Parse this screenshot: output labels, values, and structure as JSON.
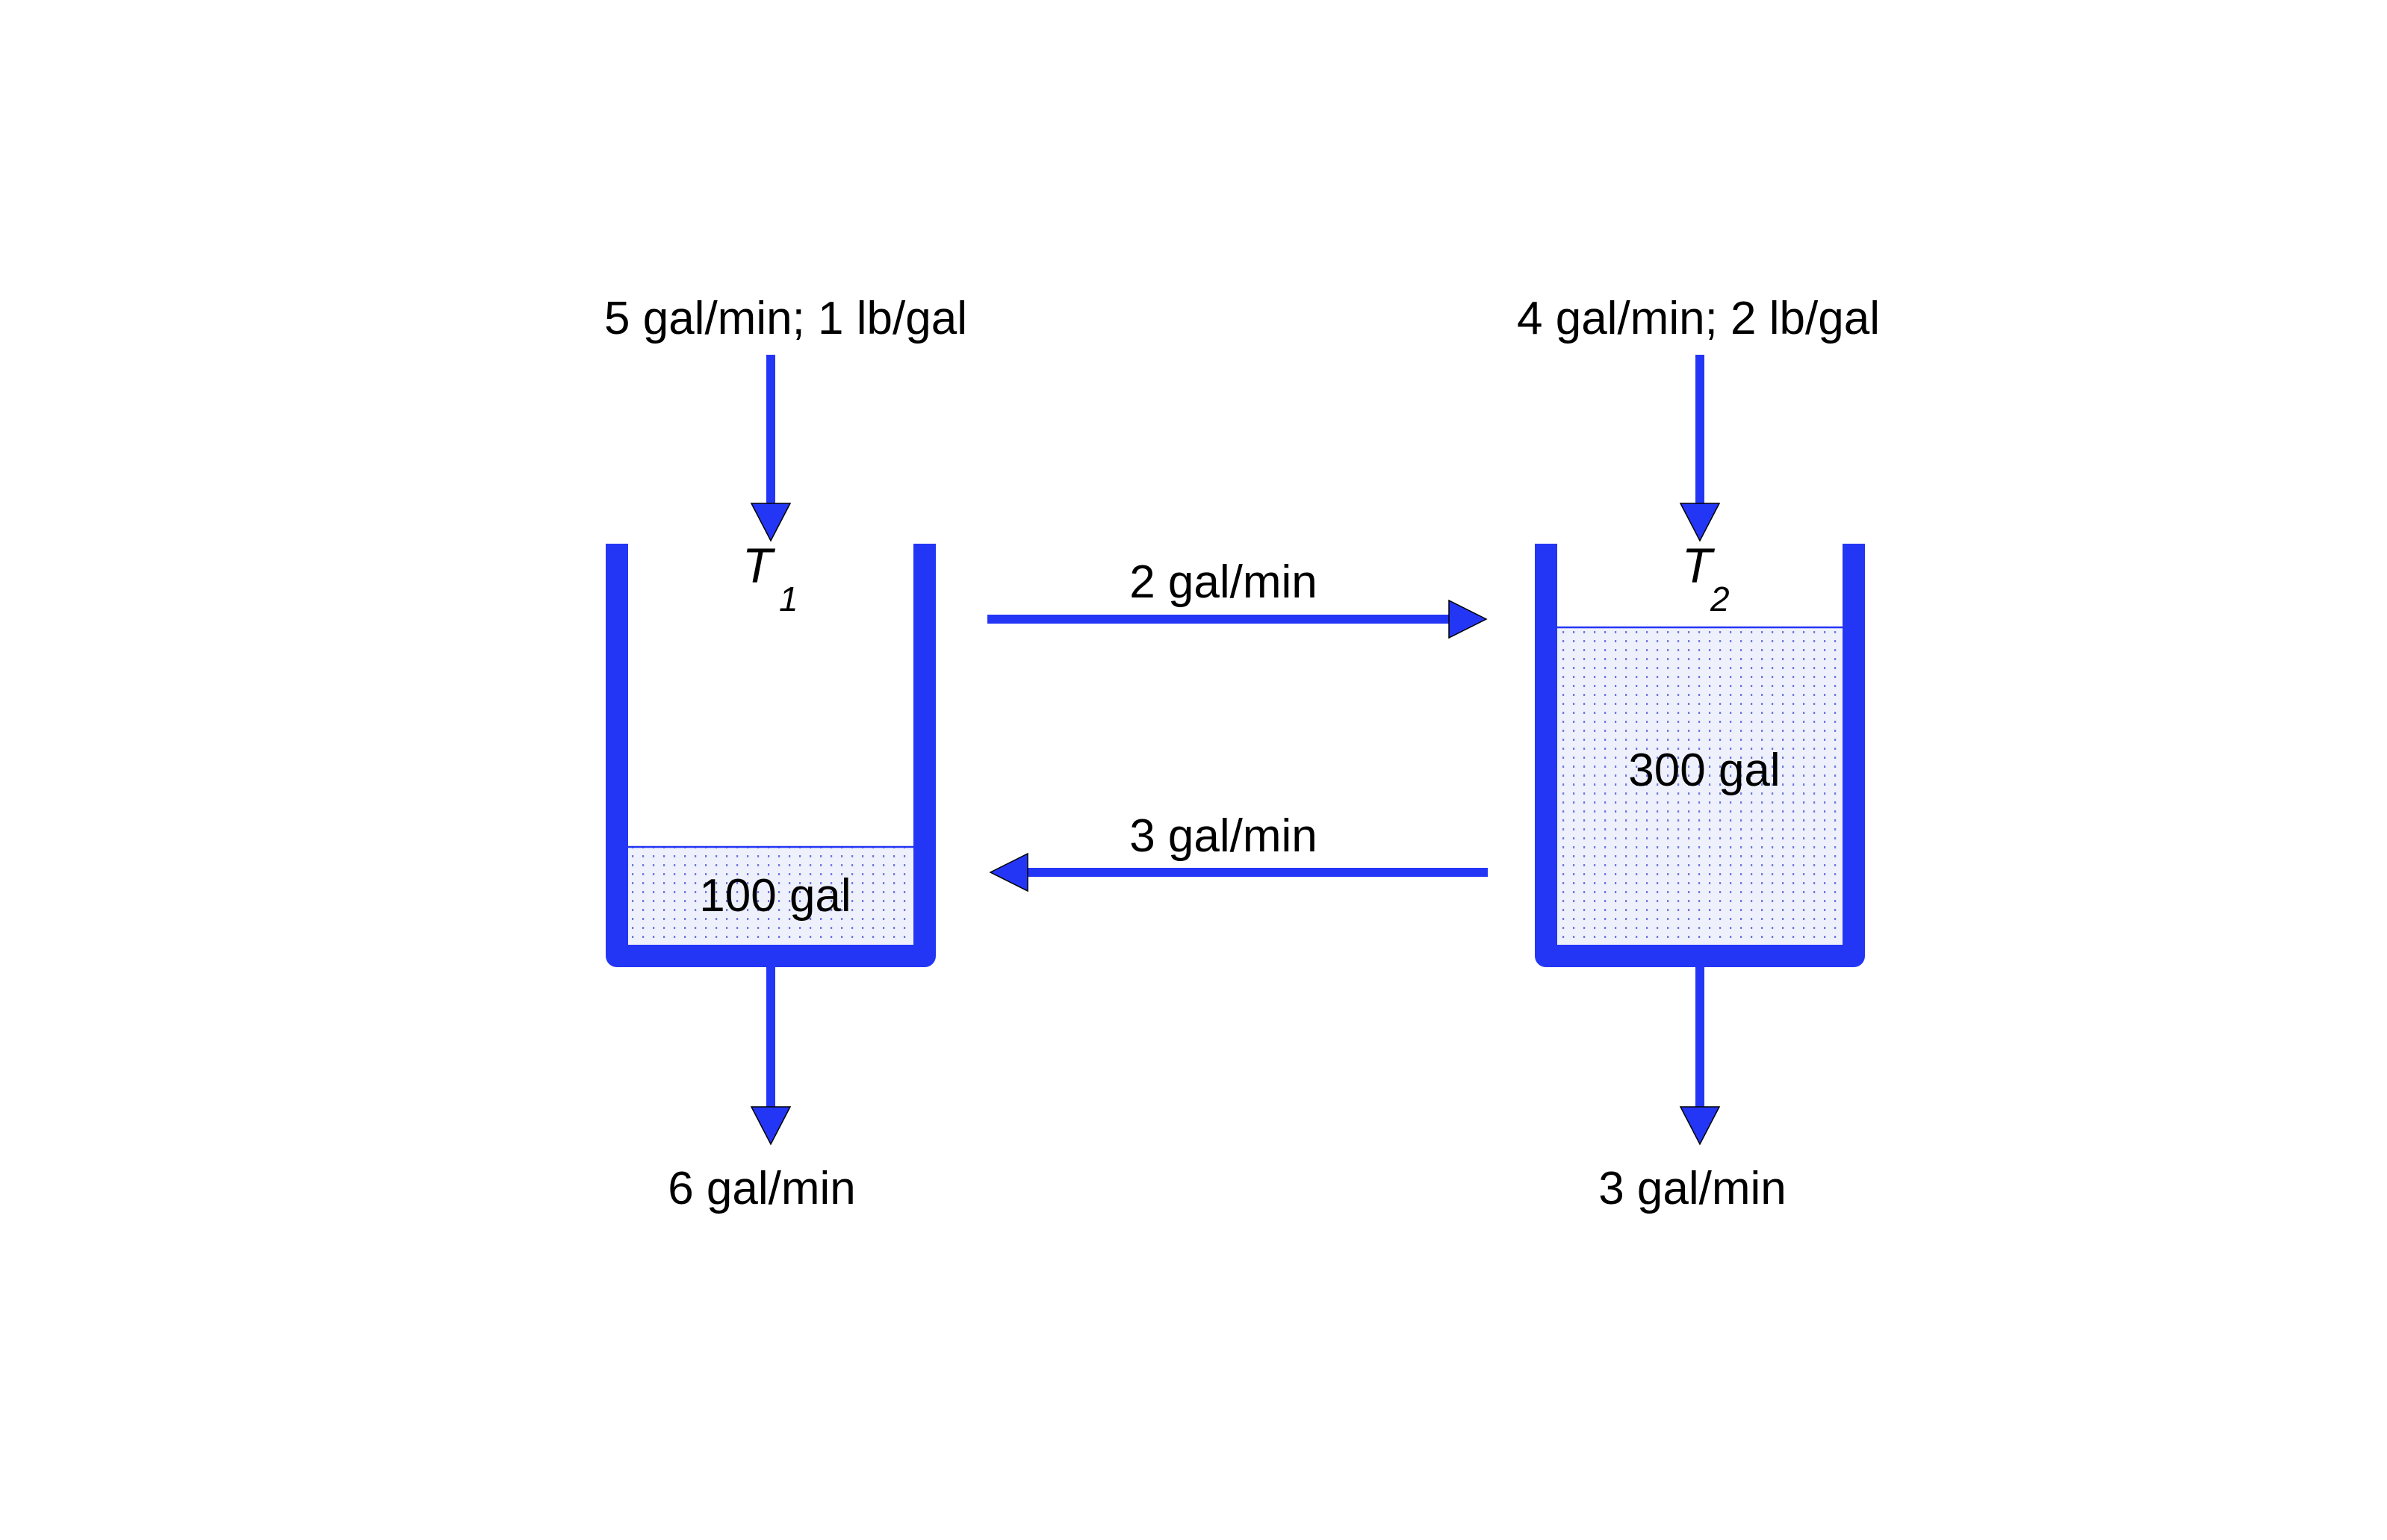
{
  "colors": {
    "pipe": "#2436F5",
    "liquid_fill": "#EEF0FB",
    "liquid_dots": "#6F7BE0",
    "text": "#000000",
    "background": "#FFFFFF"
  },
  "tank1": {
    "name": "T",
    "subscript": "1",
    "volume_label": "100 gal",
    "inflow_label": "5 gal/min; 1 lb/gal",
    "outflow_label": "6 gal/min"
  },
  "tank2": {
    "name": "T",
    "subscript": "2",
    "volume_label": "300 gal",
    "inflow_label": "4 gal/min; 2 lb/gal",
    "outflow_label": "3 gal/min"
  },
  "transfer": {
    "tank1_to_tank2_label": "2 gal/min",
    "tank2_to_tank1_label": "3 gal/min"
  }
}
